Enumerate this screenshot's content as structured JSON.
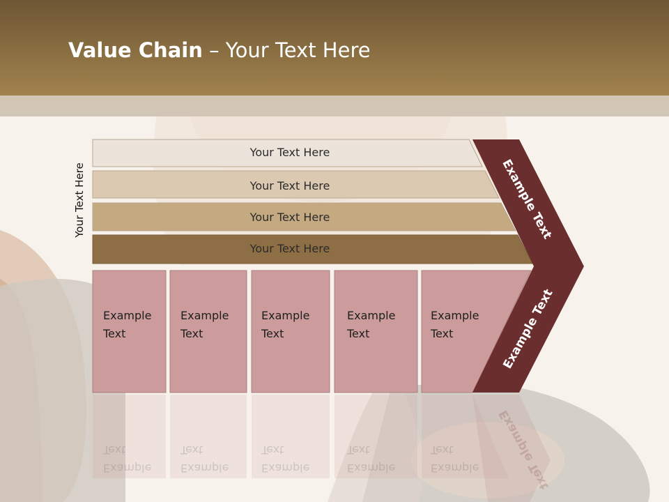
{
  "title": {
    "bold": "Value Chain",
    "rest": " – Your Text Here"
  },
  "side_label": "Your Text Here",
  "bars": [
    {
      "label": "Your Text Here",
      "color": "#ece4da"
    },
    {
      "label": "Your Text Here",
      "color": "#dcc9b1"
    },
    {
      "label": "Your Text Here",
      "color": "#c4a981"
    },
    {
      "label": "Your Text Here",
      "color": "#8e6f45"
    }
  ],
  "boxes": [
    {
      "line1": "Example",
      "line2": "Text"
    },
    {
      "line1": "Example",
      "line2": "Text"
    },
    {
      "line1": "Example",
      "line2": "Text"
    },
    {
      "line1": "Example",
      "line2": "Text"
    },
    {
      "line1": "Example",
      "line2": "Text"
    }
  ],
  "chevron_upper_label": "Example Text",
  "chevron_lower_label": "Example Text",
  "colors": {
    "header_top": "#6e5634",
    "header_bottom": "#a1834e",
    "box_fill": "#cc9c9c",
    "chevron_fill": "#6a2e2e"
  }
}
